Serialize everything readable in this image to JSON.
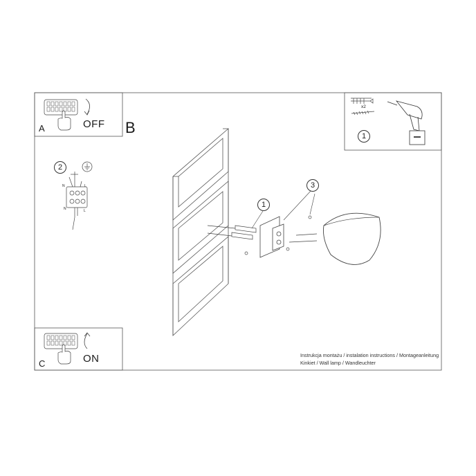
{
  "panels": {
    "a": {
      "letter": "A",
      "state": "OFF"
    },
    "c": {
      "letter": "C",
      "state": "ON"
    },
    "b": {
      "letter": "B"
    }
  },
  "callouts": {
    "wiring": "2",
    "tools": "1",
    "anchors": "1",
    "screws": "3"
  },
  "tools": {
    "quantity": "x2"
  },
  "wiring_terminals": [
    "N",
    "L",
    "N",
    "L"
  ],
  "caption": {
    "line1": "Instrukcja montażu / instalation instructions / Montageanleitung",
    "line2": "Kinkiet / Wall lamp / Wandleuchter"
  },
  "colors": {
    "line": "#333333",
    "paper": "#ffffff"
  },
  "icons": [
    "breaker-panel-icon",
    "hand-icon",
    "arrow-icon",
    "ground-icon",
    "drill-icon",
    "wall-plug-icon",
    "screw-icon",
    "wall-bracket-icon",
    "lamp-shade-icon"
  ]
}
